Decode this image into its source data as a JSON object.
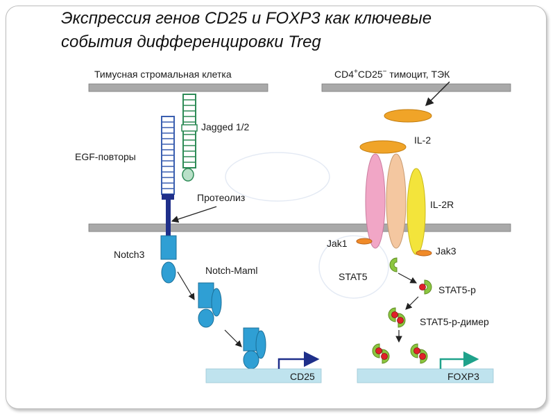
{
  "slide": {
    "title_line1": "Экспрессия генов CD25 и FOXP3 как ключевые",
    "title_line2": "события дифференцировки Treg"
  },
  "diagram": {
    "thymic_stromal_cell": "Тимусная стромальная клетка",
    "cd4_thymocyte_prefix": "CD4",
    "cd4_sup": "+",
    "cd25_part": "CD25",
    "cd25_sup": "−",
    "thymocyte_suffix": " тимоцит, ТЭК",
    "jagged": "Jagged 1/2",
    "egf_repeats": "EGF-повторы",
    "proteolysis": "Протеолиз",
    "notch3": "Notch3",
    "notch_maml": "Notch-Maml",
    "il2": "IL-2",
    "il2r": "IL-2R",
    "jak1": "Jak1",
    "jak3": "Jak3",
    "stat5": "STAT5",
    "stat5p": "STAT5-p",
    "stat5p_dimer": "STAT5-p-димер",
    "cd25_gene": "CD25",
    "foxp3_gene": "FOXP3"
  },
  "colors": {
    "membrane": "#a9a9a9",
    "notch_blue": "#2f9fd4",
    "jagged_green": "#2e8b57",
    "egf_blue": "#3a5fb0",
    "il2_orange": "#f0a428",
    "receptor_pink": "#f1a6c6",
    "receptor_peach": "#f4c7a0",
    "receptor_yellow": "#f3e43b",
    "stat5_green": "#8cc63f",
    "phospho_red": "#e0202a",
    "dna_bar": "#bfe3ee"
  }
}
